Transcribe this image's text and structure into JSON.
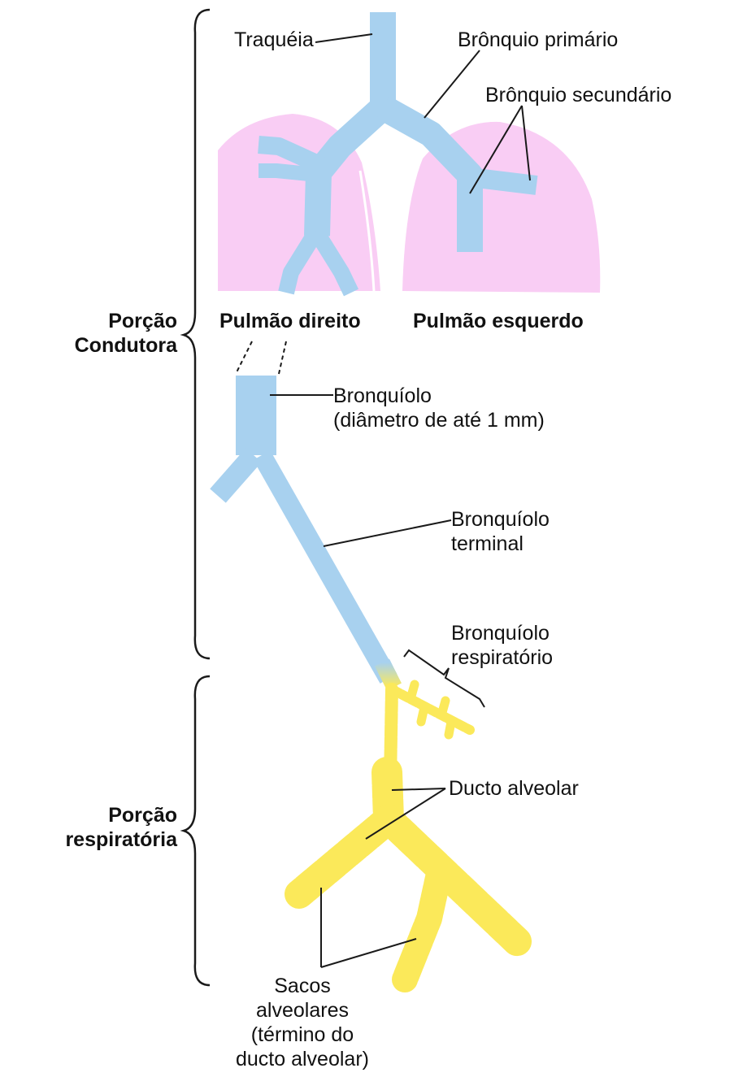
{
  "colors": {
    "airway": "#a8d1ef",
    "lung": "#f9cdf4",
    "respiratory": "#fbe95a",
    "line": "#1a1a1a",
    "background": "#ffffff"
  },
  "labels": {
    "traqueia": "Traquéia",
    "bronquio_primario": "Brônquio primário",
    "bronquio_secundario": "Brônquio secundário",
    "pulmao_direito": "Pulmão direito",
    "pulmao_esquerdo": "Pulmão esquerdo",
    "porcao_condutora": [
      "Porção",
      "Condutora"
    ],
    "bronquiolo": [
      "Bronquíolo",
      "(diâmetro de até 1 mm)"
    ],
    "bronquiolo_terminal": [
      "Bronquíolo",
      "terminal"
    ],
    "bronquiolo_respiratorio": [
      "Bronquíolo",
      "respiratório"
    ],
    "ducto_alveolar": "Ducto alveolar",
    "porcao_respiratoria": [
      "Porção",
      "respiratória"
    ],
    "sacos_alveolares": [
      "Sacos",
      "alveolares",
      "(término do",
      "ducto alveolar)"
    ]
  }
}
